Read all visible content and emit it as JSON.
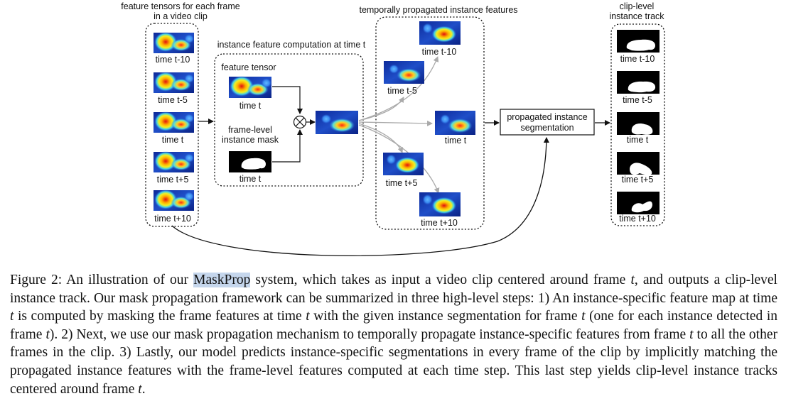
{
  "figure": {
    "groups": {
      "input": "feature tensors for each frame\nin a video clip",
      "compute": "instance feature computation at time t",
      "propagated": "temporally propagated instance features",
      "track": "clip-level\ninstance track"
    },
    "input_frames": [
      "time t-10",
      "time t-5",
      "time t",
      "time t+5",
      "time t+10"
    ],
    "compute_labels": {
      "feature_tensor": "feature tensor",
      "feature_time": "time t",
      "mask": "frame-level\ninstance mask",
      "mask_time": "time t"
    },
    "propagated_frames": [
      "time t-10",
      "time t-5",
      "time t",
      "time t+5",
      "time t+10"
    ],
    "seg_box": "propagated instance\nsegmentation",
    "track_frames": [
      "time t-10",
      "time t-5",
      "time t",
      "time t+5",
      "time t+10"
    ]
  },
  "caption": {
    "label": "Figure 2:",
    "s1": " An illustration of our ",
    "highlight": "MaskProp",
    "s2": " system, which takes as input a video clip centered around frame ",
    "v1": "t",
    "s3": ", and outputs a clip-level instance track. Our mask propagation framework can be summarized in three high-level steps: 1) An instance-specific feature map at time ",
    "v2": "t",
    "s4": " is computed by masking the frame features at time ",
    "v3": "t",
    "s5": " with the given instance segmentation for frame ",
    "v4": "t",
    "s6": " (one for each instance detected in frame ",
    "v5": "t",
    "s7": "). 2) Next, we use our mask propagation mechanism to temporally propagate instance-specific features from frame ",
    "v6": "t",
    "s8": " to all the other frames in the clip. 3) Lastly, our model predicts instance-specific segmentations in every frame of the clip by implicitly matching the propagated instance features with the frame-level features computed at each time step. This last step yields clip-level instance tracks centered around frame ",
    "v7": "t",
    "s9": "."
  }
}
